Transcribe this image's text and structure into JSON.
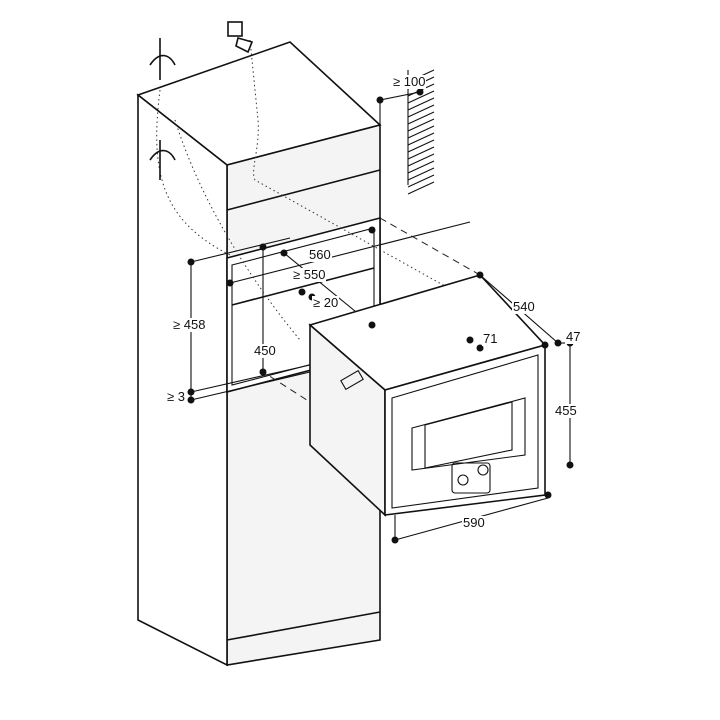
{
  "dimensions": {
    "clearance_top": "≥ 100",
    "niche_width": "560",
    "niche_width_min": "≥ 550",
    "ventilation_gap": "≥ 20",
    "niche_height": "≥ 458",
    "inner_height": "450",
    "bottom_gap": "≥ 3",
    "appliance_depth": "540",
    "front_panel_depth": "47",
    "control_offset": "71",
    "appliance_height": "455",
    "appliance_width": "590"
  }
}
